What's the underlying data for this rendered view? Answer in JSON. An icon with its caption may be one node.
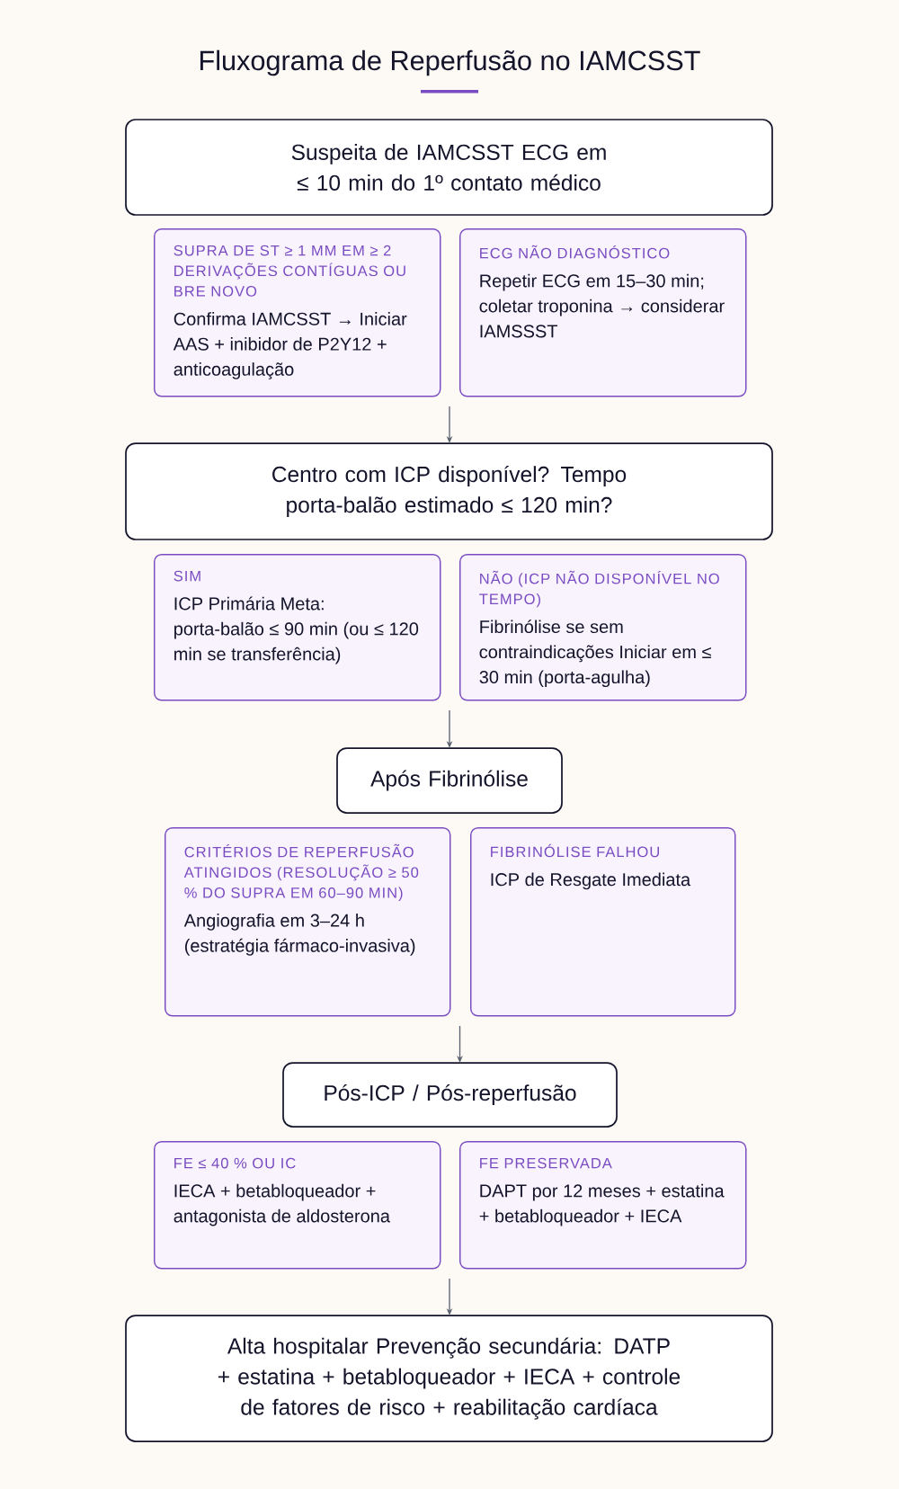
{
  "diagram": {
    "title": "Fluxograma de Reperfusão no IAMCSST",
    "nodes": [
      {
        "text": [
          "Suspeita de IAMCSST ECG em ≤ 10 min do 1º contato médico"
        ]
      },
      {
        "text": [
          "SUPRA DE ST ≥ 1 MM EM ≥ 2 DERIVAÇÕES CONTÍGUAS OU BRE NOVO",
          "Confirma IAMCSST → Iniciar AAS + inibidor de P2Y12 + anticoagulação"
        ]
      },
      {
        "text": [
          "ECG NÃO DIAGNÓSTICO",
          "Repetir ECG em 15–30 min; coletar troponina → considerar IAMSSST"
        ]
      },
      {
        "text": [
          "Centro com ICP disponível? Tempo porta-balão estimado ≤ 120 min?"
        ]
      },
      {
        "text": [
          "SIM",
          "ICP Primária Meta: porta-balão ≤ 90 min (ou ≤ 120 min se transferência)"
        ]
      },
      {
        "text": [
          "NÃO (ICP NÃO DISPONÍVEL NO TEMPO)",
          "Fibrinólise se sem contraindicações Iniciar em ≤ 30 min (porta-agulha)"
        ]
      },
      {
        "text": [
          "Após Fibrinólise"
        ]
      },
      {
        "text": [
          "CRITÉRIOS DE REPERFUSÃO ATINGIDOS (RESOLUÇÃO ≥ 50 % DO SUPRA EM 60–90 MIN)",
          "Angiografia em 3–24 h (estratégia fármaco-invasiva)"
        ]
      },
      {
        "text": [
          "FIBRINÓLISE FALHOU",
          "ICP de Resgate Imediata"
        ]
      },
      {
        "text": [
          "Pós-ICP / Pós-reperfusão"
        ]
      },
      {
        "text": [
          "FE ≤ 40 % OU IC",
          "IECA + betabloqueador + antagonista de aldosterona"
        ]
      },
      {
        "text": [
          "FE PRESERVADA",
          "DAPT por 12 meses + estatina + betabloqueador + IECA"
        ]
      },
      {
        "text": [
          "Alta hospitalar Prevenção secundária: DATP + estatina + betabloqueador + IECA + controle de fatores de risco + reabilitação cardíaca"
        ]
      }
    ],
    "edges": [
      {
        "from": 1,
        "to": 3,
        "arrow": "to"
      },
      {
        "from": 2,
        "to": 3,
        "arrow": "to"
      },
      {
        "from": 4,
        "to": 6,
        "arrow": "to"
      },
      {
        "from": 5,
        "to": 6,
        "arrow": "to"
      },
      {
        "from": 7,
        "to": 9,
        "arrow": "to"
      },
      {
        "from": 8,
        "to": 9,
        "arrow": "to"
      },
      {
        "from": 10,
        "to": 12,
        "arrow": "to"
      },
      {
        "from": 11,
        "to": 12,
        "arrow": "to"
      }
    ]
  }
}
